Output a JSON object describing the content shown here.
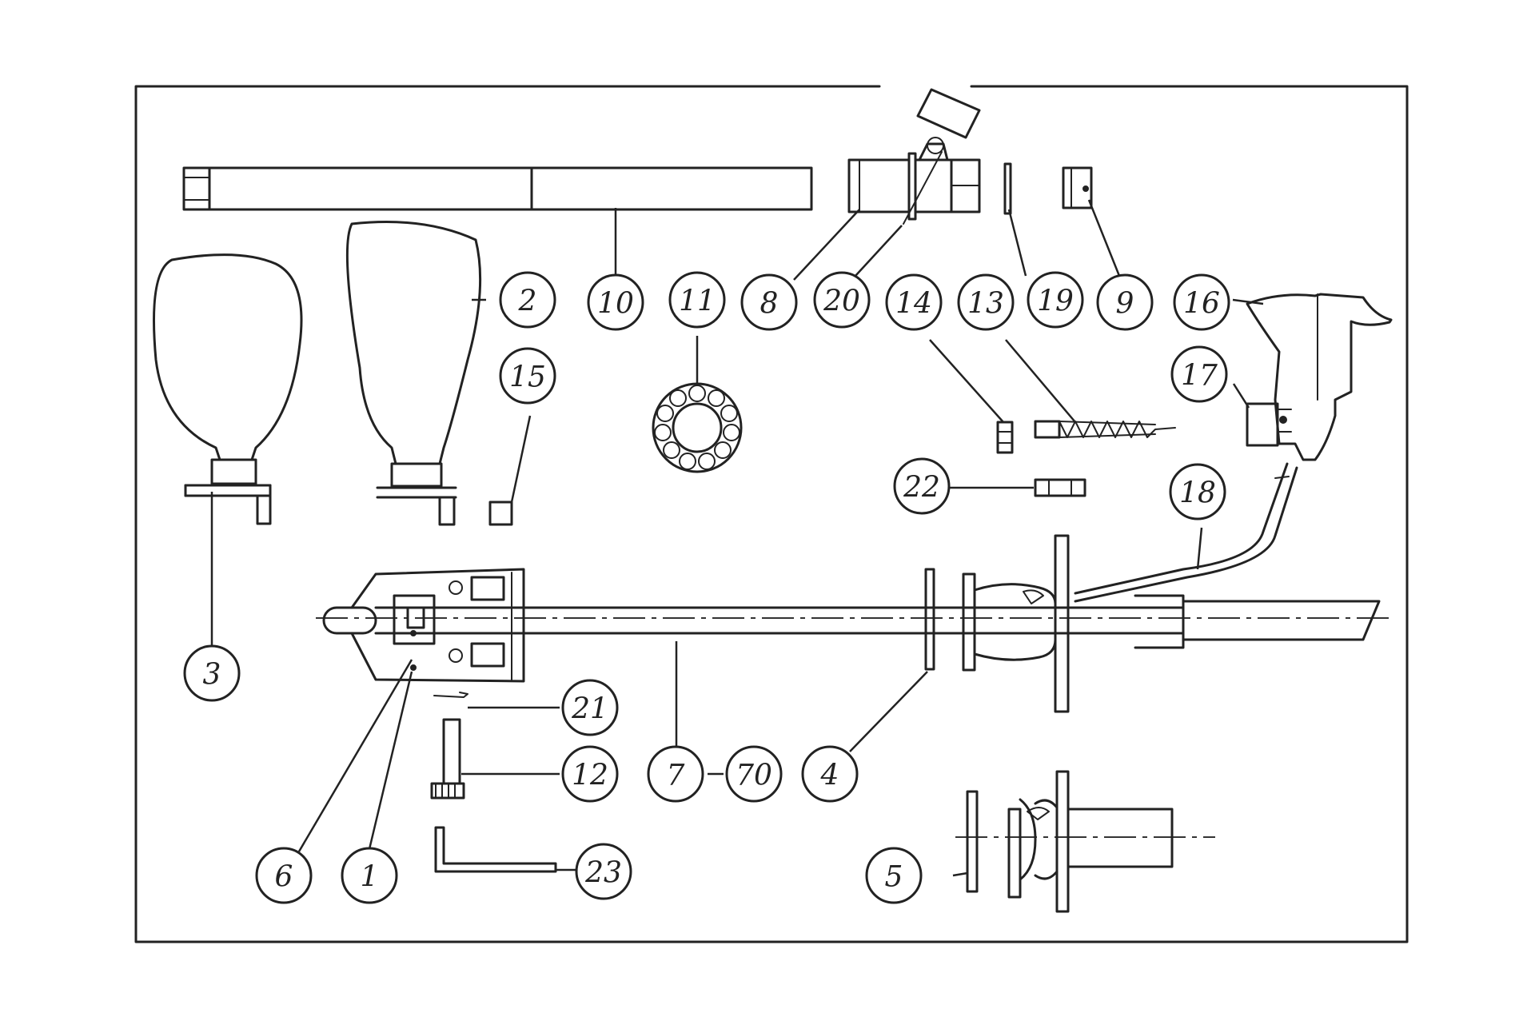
{
  "diagram": {
    "callouts": [
      {
        "id": "c1",
        "label": "1"
      },
      {
        "id": "c2",
        "label": "2"
      },
      {
        "id": "c3",
        "label": "3"
      },
      {
        "id": "c4",
        "label": "4"
      },
      {
        "id": "c5",
        "label": "5"
      },
      {
        "id": "c6",
        "label": "6"
      },
      {
        "id": "c7",
        "label": "7"
      },
      {
        "id": "c70",
        "label": "70"
      },
      {
        "id": "c8",
        "label": "8"
      },
      {
        "id": "c9",
        "label": "9"
      },
      {
        "id": "c10",
        "label": "10"
      },
      {
        "id": "c11",
        "label": "11"
      },
      {
        "id": "c12",
        "label": "12"
      },
      {
        "id": "c13",
        "label": "13"
      },
      {
        "id": "c14",
        "label": "14"
      },
      {
        "id": "c15",
        "label": "15"
      },
      {
        "id": "c16",
        "label": "16"
      },
      {
        "id": "c17",
        "label": "17"
      },
      {
        "id": "c18",
        "label": "18"
      },
      {
        "id": "c19",
        "label": "19"
      },
      {
        "id": "c20",
        "label": "20"
      },
      {
        "id": "c21",
        "label": "21"
      },
      {
        "id": "c22",
        "label": "22"
      },
      {
        "id": "c23",
        "label": "23"
      }
    ]
  }
}
